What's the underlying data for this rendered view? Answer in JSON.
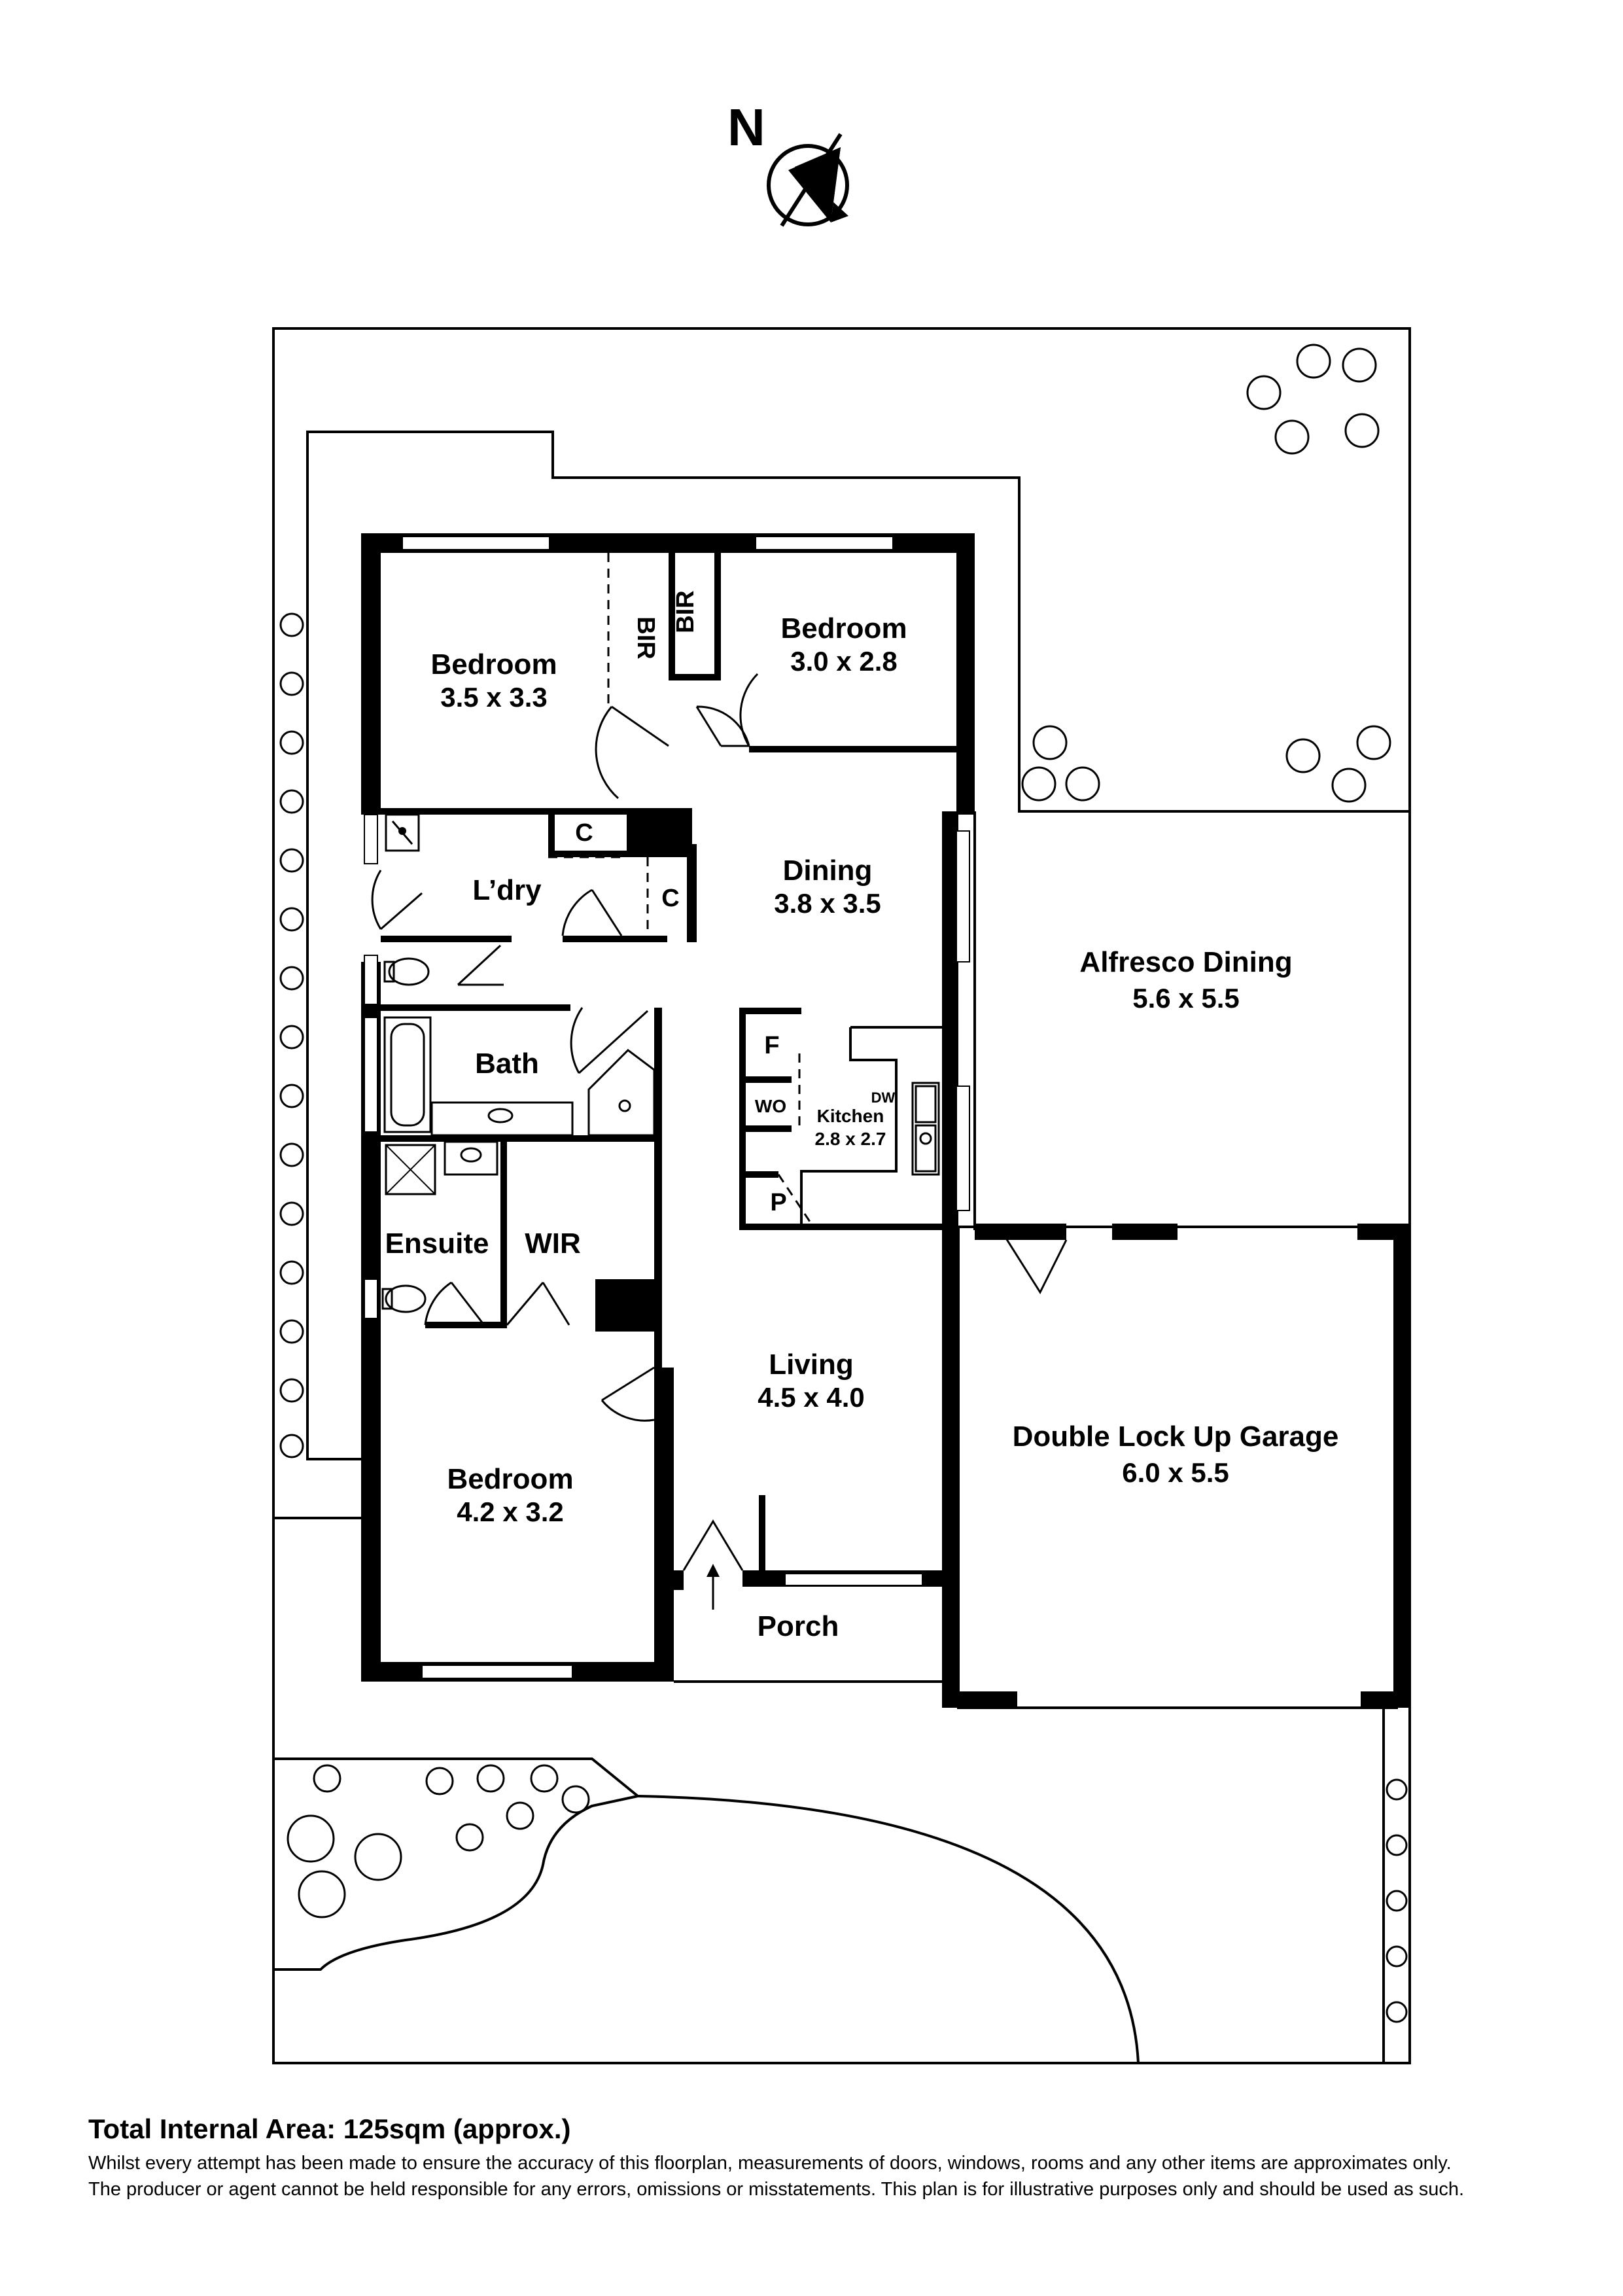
{
  "compass": {
    "label": "N",
    "icon": "north-arrow-icon"
  },
  "rooms": {
    "bedroom_1": {
      "name": "Bedroom",
      "dims": "3.5 x 3.3"
    },
    "bedroom_2": {
      "name": "Bedroom",
      "dims": "3.0 x 2.8"
    },
    "bedroom_3": {
      "name": "Bedroom",
      "dims": "4.2 x 3.2"
    },
    "bir_1": {
      "name": "BIR"
    },
    "bir_2": {
      "name": "BIR"
    },
    "dining": {
      "name": "Dining",
      "dims": "3.8 x 3.5"
    },
    "alfresco": {
      "name": "Alfresco Dining",
      "dims": "5.6 x 5.5"
    },
    "laundry": {
      "name": "L’dry"
    },
    "cupboard_1": {
      "name": "C"
    },
    "cupboard_2": {
      "name": "C"
    },
    "bath": {
      "name": "Bath"
    },
    "fridge": {
      "name": "F"
    },
    "wall_oven": {
      "name": "WO"
    },
    "dishwasher": {
      "name": "DW"
    },
    "kitchen": {
      "name": "Kitchen",
      "dims": "2.8 x 2.7"
    },
    "pantry": {
      "name": "P"
    },
    "ensuite": {
      "name": "Ensuite"
    },
    "wir": {
      "name": "WIR"
    },
    "living": {
      "name": "Living",
      "dims": "4.5 x 4.0"
    },
    "garage": {
      "name": "Double Lock Up Garage",
      "dims": "6.0 x 5.5"
    },
    "porch": {
      "name": "Porch"
    }
  },
  "footer": {
    "title": "Total Internal Area: 125sqm (approx.)",
    "disclaimer_line1": "Whilst every attempt has been made to ensure the accuracy of this floorplan, measurements of doors, windows, rooms and any other items are approximates only.",
    "disclaimer_line2": "The producer or agent cannot be held responsible for any errors, omissions or misstatements. This plan is for illustrative purposes only and should be used as such."
  }
}
